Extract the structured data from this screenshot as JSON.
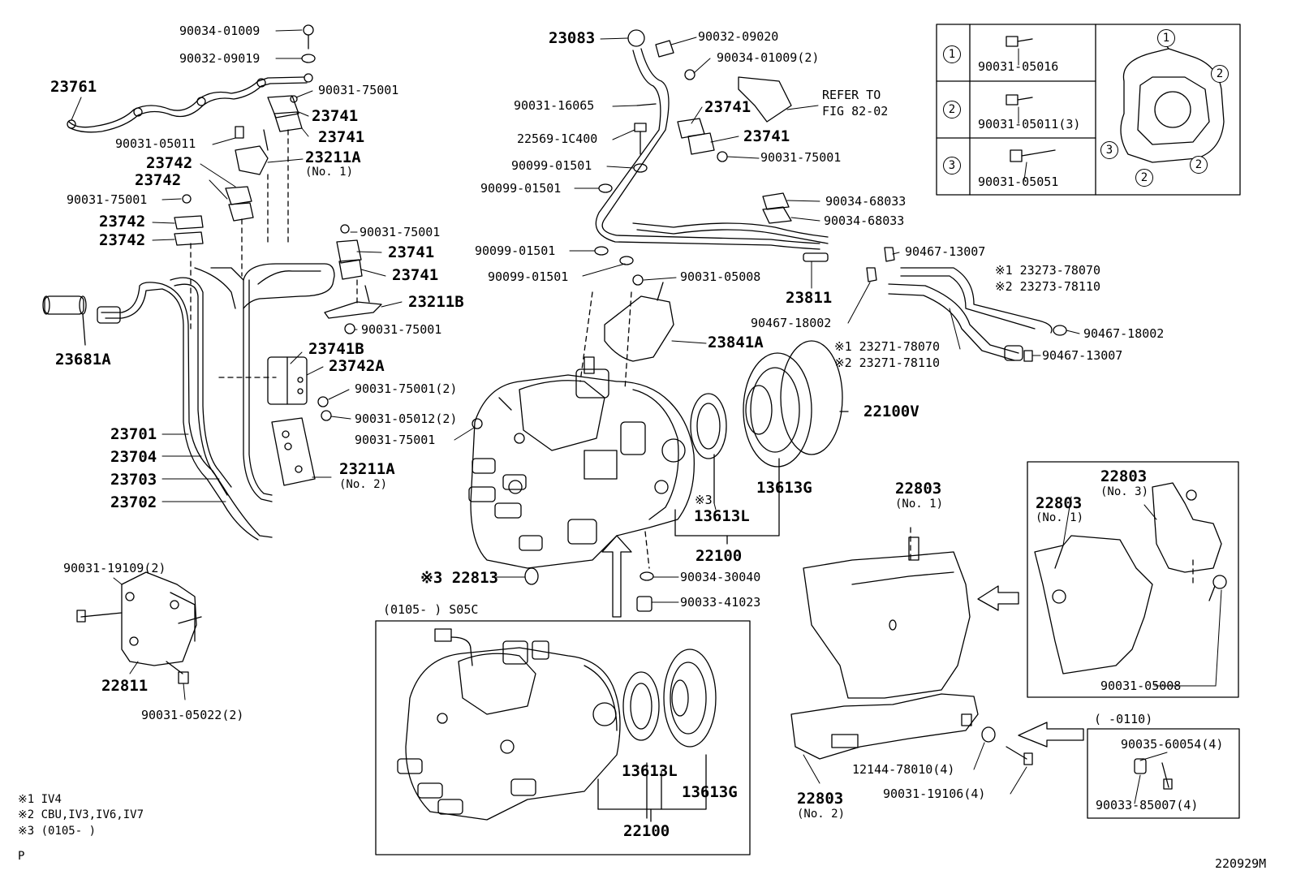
{
  "labels": {
    "p90034_01009_a": "90034-01009",
    "p90032_09019": "90032-09019",
    "p23761": "23761",
    "p90031_75001_a": "90031-75001",
    "p23741_a": "23741",
    "p23741_b": "23741",
    "p90031_05011": "90031-05011",
    "p23211A_1": "23211A",
    "p23211A_1_sub": "(No. 1)",
    "p23742_a": "23742",
    "p23742_b": "23742",
    "p90031_75001_b": "90031-75001",
    "p23742_c": "23742",
    "p23742_d": "23742",
    "p90031_75001_c": "90031-75001",
    "p23741_c": "23741",
    "p23741_d": "23741",
    "p23211B": "23211B",
    "p90031_75001_d": "90031-75001",
    "p23681A": "23681A",
    "p23741B": "23741B",
    "p23742A": "23742A",
    "p90031_75001_2": "90031-75001(2)",
    "p90031_05012_2": "90031-05012(2)",
    "p90031_75001_e": "90031-75001",
    "p23701": "23701",
    "p23704": "23704",
    "p23703": "23703",
    "p23702": "23702",
    "p23211A_2": "23211A",
    "p23211A_2_sub": "(No. 2)",
    "p90031_19109_2": "90031-19109(2)",
    "p22811": "22811",
    "p90031_05022_2": "90031-05022(2)",
    "p23083": "23083",
    "p90032_09020": "90032-09020",
    "p90034_01009_2": "90034-01009(2)",
    "refer_to": "REFER TO",
    "fig_ref": "FIG 82-02",
    "p90031_16065": "90031-16065",
    "p23741_e": "23741",
    "p22569_1C400": "22569-1C400",
    "p23741_f": "23741",
    "p90031_75001_f": "90031-75001",
    "p90099_01501_a": "90099-01501",
    "p90099_01501_b": "90099-01501",
    "p90034_68033_a": "90034-68033",
    "p90034_68033_b": "90034-68033",
    "p90099_01501_c": "90099-01501",
    "p90099_01501_d": "90099-01501",
    "p90031_05008_a": "90031-05008",
    "p23811": "23811",
    "p90467_13007_a": "90467-13007",
    "p23273_78070": "※1 23273-78070",
    "p23273_78110": "※2 23273-78110",
    "p90467_18002_a": "90467-18002",
    "p90467_18002_b": "90467-18002",
    "p23841A": "23841A",
    "p23271_78070": "※1 23271-78070",
    "p23271_78110": "※2 23271-78110",
    "p90467_13007_b": "90467-13007",
    "p22100V": "22100V",
    "p13613L_mark": "※3",
    "p13613L": "13613L",
    "p13613G": "13613G",
    "p22100": "22100",
    "p22813": "※3 22813",
    "p90034_30040": "90034-30040",
    "p90033_41023": "90033-41023",
    "s05c_header": "(0105-      ) S05C",
    "p13613L_b": "13613L",
    "p13613G_b": "13613G",
    "p22100_b": "22100",
    "p22803_top": "22803",
    "p22803_top_sub": "(No. 1)",
    "p22803_no3": "22803",
    "p22803_no3_sub": "(No. 3)",
    "p22803_no1": "22803",
    "p22803_no1_sub": "(No. 1)",
    "p90031_05008_b": "90031-05008",
    "p0110_header": "(      -0110)",
    "p90035_60054": "90035-60054(4)",
    "p90033_85007": "90033-85007(4)",
    "p12144_78010": "12144-78010(4)",
    "p90031_19106": "90031-19106(4)",
    "p22803_no2": "22803",
    "p22803_no2_sub": "(No. 2)",
    "table_p1": "90031-05016",
    "table_p2": "90031-05011(3)",
    "table_p3": "90031-05051",
    "circle_1": "1",
    "circle_2": "2",
    "circle_3": "3",
    "note_1": "※1  IV4",
    "note_2": "※2  CBU,IV3,IV6,IV7",
    "note_3": "※3  (0105-      )",
    "corner_p": "P",
    "figure_code": "220929M"
  }
}
